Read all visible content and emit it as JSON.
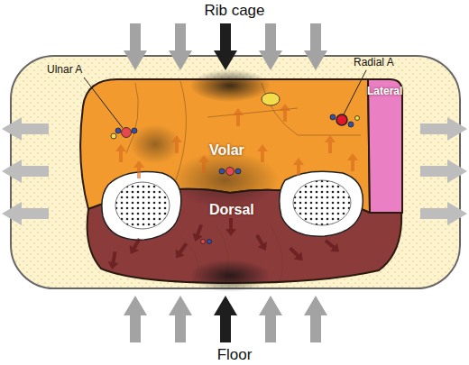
{
  "diagram": {
    "nodes": [
      {
        "text": [
          "Volar"
        ]
      },
      {
        "text": [
          "Dorsal"
        ]
      },
      {
        "text": [
          "Lateral"
        ]
      }
    ],
    "labels": [
      "Rib cage",
      "Ulnar A",
      "Radial A",
      "Floor"
    ]
  }
}
